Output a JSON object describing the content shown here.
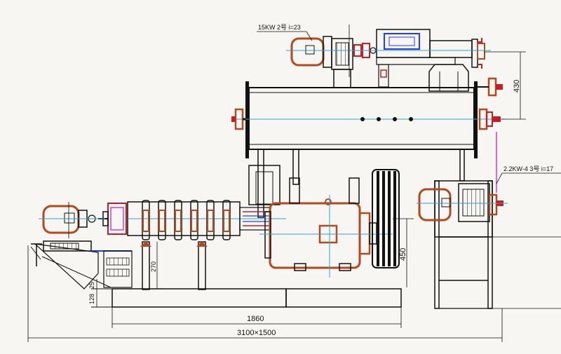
{
  "diagram": {
    "labels": {
      "motor_top": "15KW 2号 i=23",
      "motor_right": "2.2KW-4 3号 i=17",
      "dim_430": "430",
      "dim_450": "450",
      "dim_270": "270",
      "dim_25": "25",
      "dim_128": "128",
      "dim_1860": "1860",
      "dim_overall": "3100×1500"
    },
    "colors": {
      "line": "#111111",
      "motor": "#b34a1e",
      "center_line": "#2aa3e0",
      "accent_red": "#c81d25",
      "accent_blue": "#1f3cff",
      "accent_magenta": "#d13fd1"
    }
  }
}
